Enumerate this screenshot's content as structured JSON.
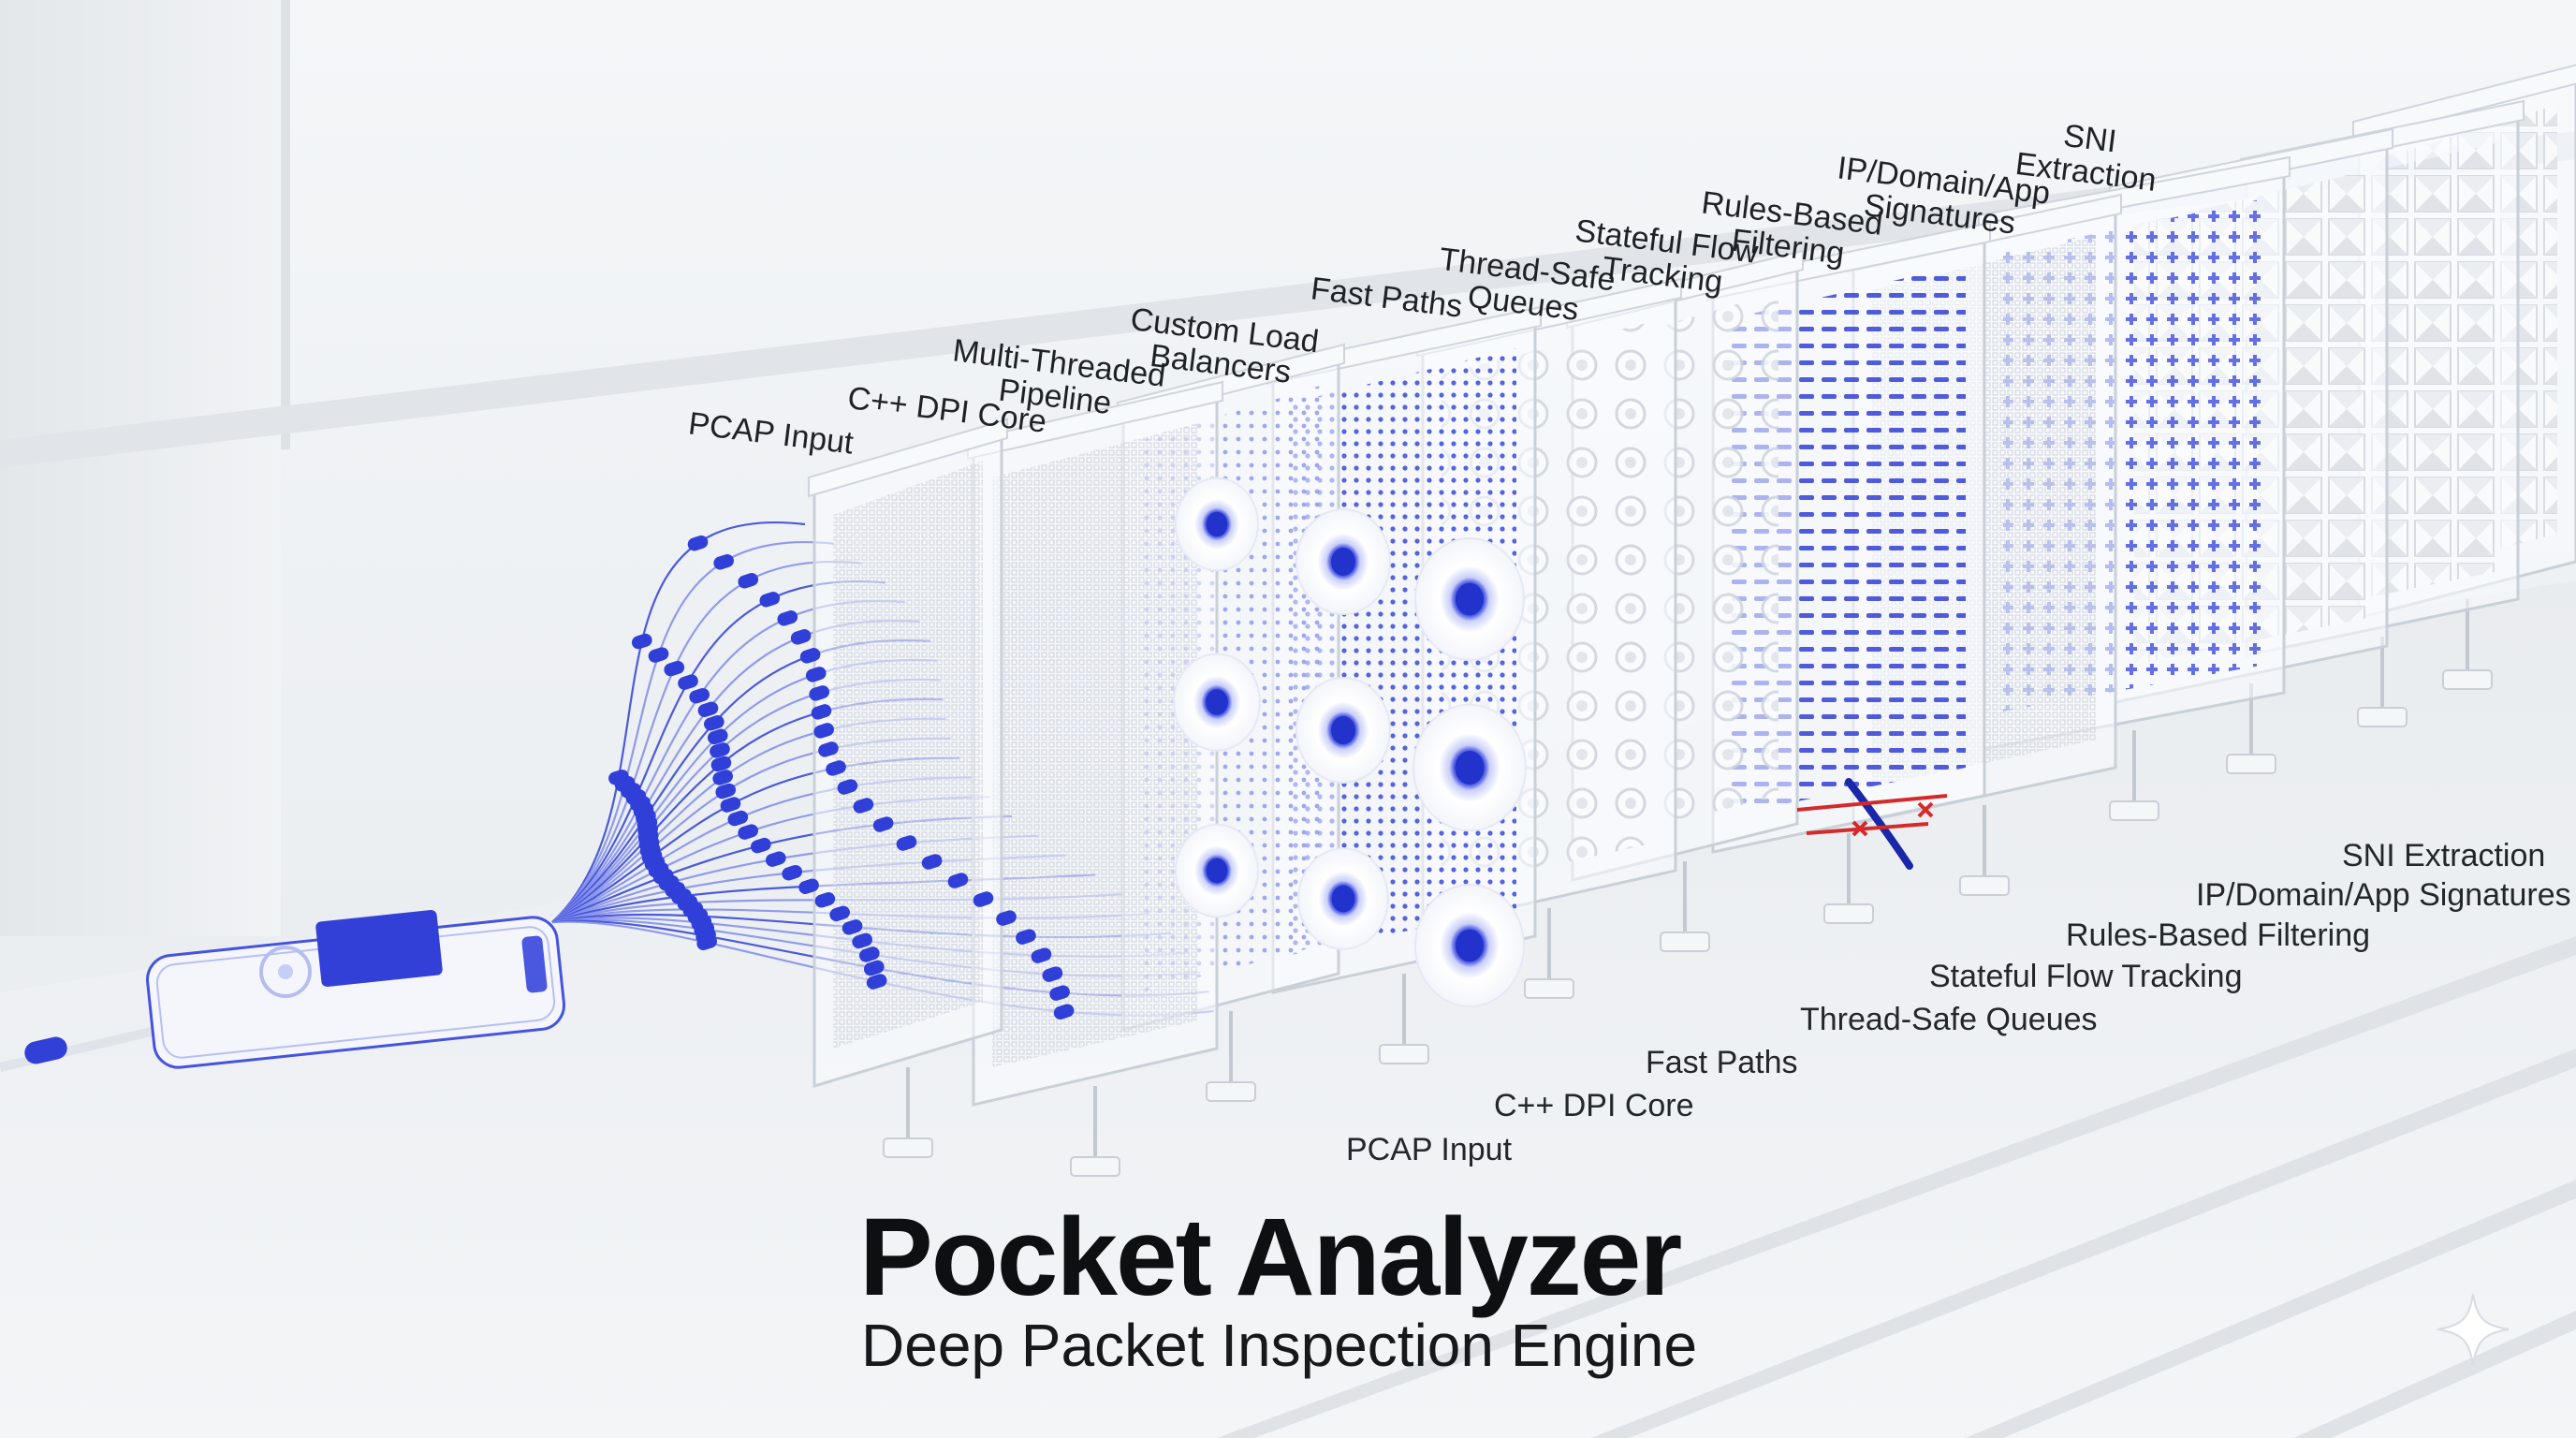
{
  "title": "Pocket Analyzer",
  "subtitle": "Deep Packet Inspection Engine",
  "top_labels": [
    "PCAP Input",
    "C++ DPI Core",
    "Multi-Threaded\nPipeline",
    "Custom Load\nBalancers",
    "Fast Paths",
    "Thread-Safe\nQueues",
    "Stateful Flow\nTracking",
    "Rules-Based\nFiltering",
    "IP/Domain/App\nSignatures",
    "SNI\nExtraction"
  ],
  "floor_labels": [
    "PCAP Input",
    "C++ DPI Core",
    "Fast Paths",
    "Thread-Safe Queues",
    "Stateful Flow Tracking",
    "Rules-Based Filtering",
    "IP/Domain/App Signatures",
    "SNI Extraction"
  ],
  "colors": {
    "accent": "#2f3fd8",
    "accent_light": "#8e98ee",
    "background": "#eef1f3",
    "text": "#1e2226",
    "alert": "#d42a2a"
  },
  "icons": {
    "device": "handheld-analyzer-device-icon",
    "sparkle": "sparkle-icon"
  }
}
